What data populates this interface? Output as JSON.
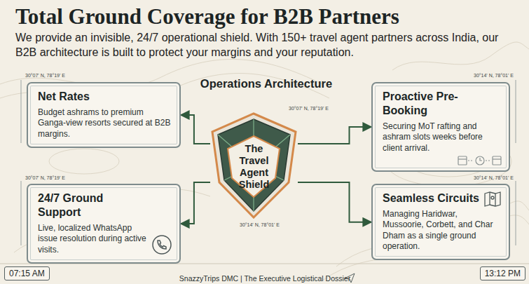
{
  "diagram": {
    "title": "Total Ground Coverage for B2B Partners",
    "nodes": [
      {
        "text": [
          "Net Rates",
          "Budget ashrams to premium Ganga-view resorts secured at B2B margins."
        ]
      },
      {
        "text": [
          "Proactive Pre-Booking",
          "Securing MoT rafting and ashram slots weeks before client arrival."
        ]
      },
      {
        "text": [
          "The Travel Agent Shield"
        ]
      },
      {
        "text": [
          "24/7 Ground Support",
          "Live, localized WhatsApp issue resolution during active visits."
        ]
      },
      {
        "text": [
          "Seamless Circuits",
          "Managing Haridwar, Mussoorie, Corbett, and Char Dham as a single ground operation."
        ]
      },
      {
        "text": [
          "07:15 AM"
        ]
      },
      {
        "text": [
          "13:12 PM"
        ]
      }
    ],
    "edges": [
      {
        "from": 2,
        "to": 0,
        "arrow": "to"
      },
      {
        "from": 2,
        "to": 1,
        "arrow": "to"
      },
      {
        "from": 2,
        "to": 3,
        "arrow": "to"
      },
      {
        "from": 2,
        "to": 4,
        "arrow": "to"
      }
    ],
    "labels": [
      "We provide an invisible, 24/7 operational shield. With 150+ travel agent partners across India, our B2B architecture is built to protect your margins and your reputation.",
      "Operations Architecture",
      "30°07' N, 78°19' E",
      "30°14' N, 78°01' E",
      "30°07' N, 78°19' E",
      "30°14' N, 78°01' E",
      "30°07' N, 78°19' E",
      "30°14' N, 78°01' E",
      "SnazzyTrips DMC | The Executive Logistical Dossier"
    ]
  }
}
